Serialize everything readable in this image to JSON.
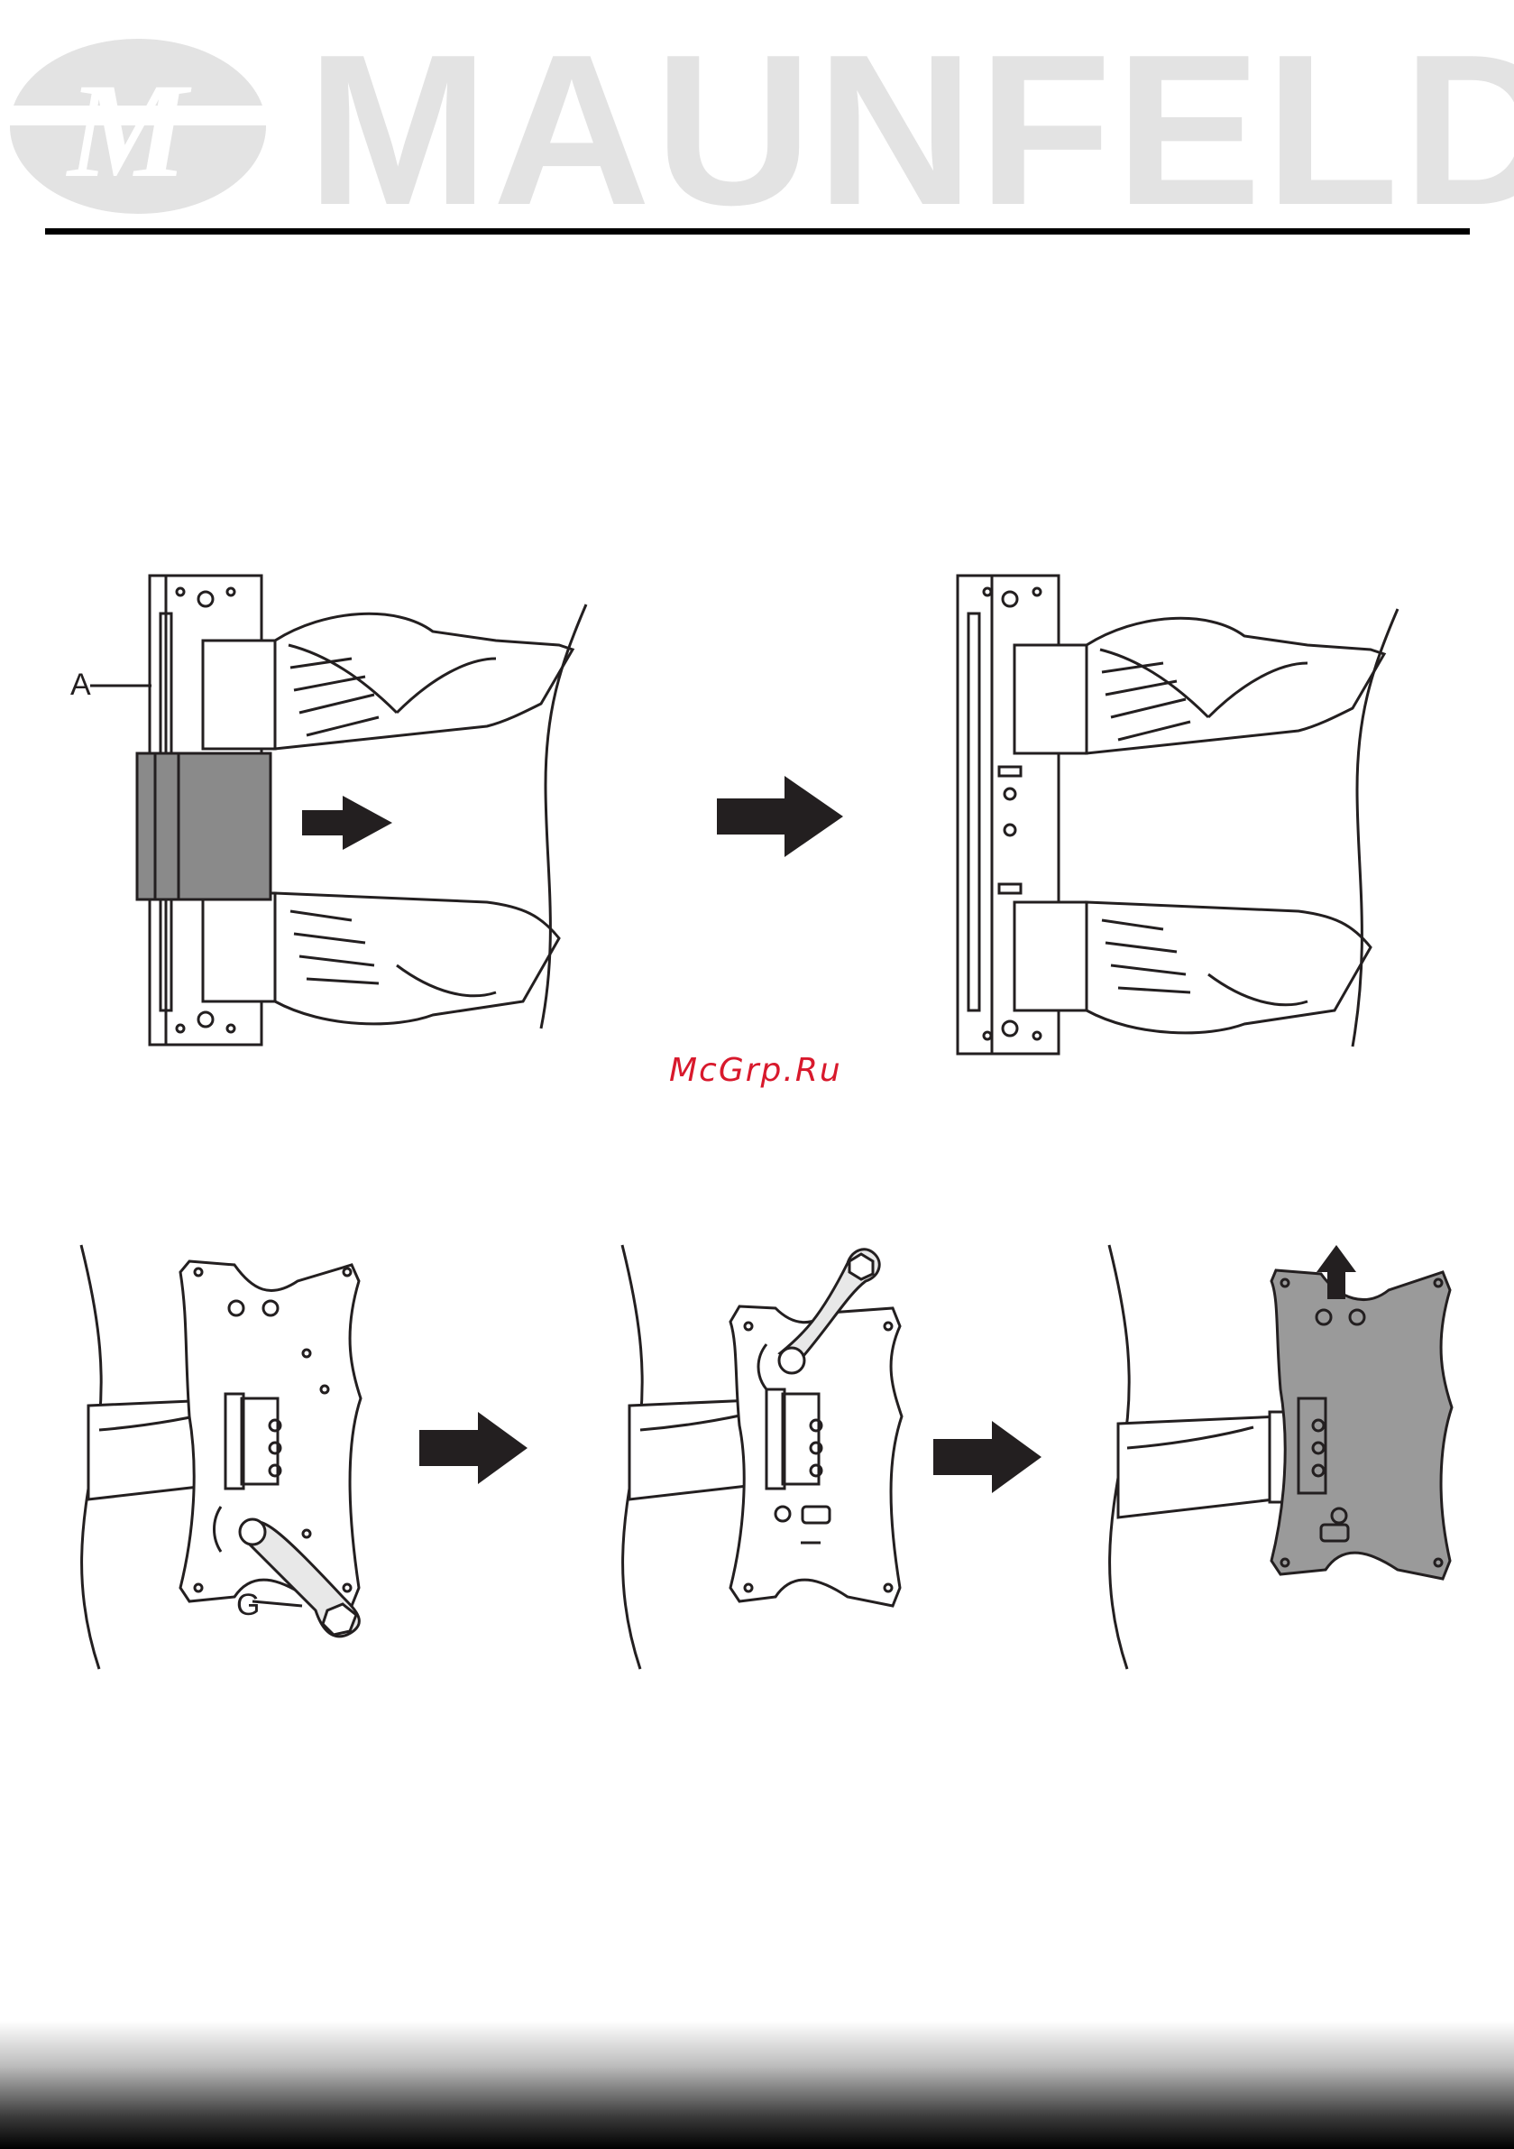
{
  "header": {
    "brand_name": "MAUNFELD",
    "logo_icon": "maunfeld-m-logo-icon",
    "brand_color": "#e3e3e3"
  },
  "figures": {
    "step1": {
      "label_a": "A",
      "arrow_icon": "arrow-right-icon"
    },
    "step2": {
      "label_g": "G",
      "arrow_icon": "arrow-up-icon"
    }
  },
  "watermark": {
    "text": "McGrp.Ru",
    "color": "#d8192c"
  }
}
